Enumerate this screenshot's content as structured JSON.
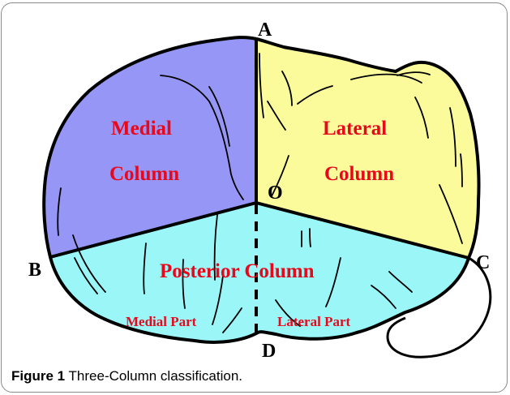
{
  "diagram": {
    "points": {
      "a": "A",
      "b": "B",
      "c": "C",
      "d": "D",
      "o": "O"
    },
    "regions": {
      "medial_line1": "Medial",
      "medial_line2": "Column",
      "lateral_line1": "Lateral",
      "lateral_line2": "Column",
      "posterior": "Posterior Column",
      "medial_part": "Medial Part",
      "lateral_part": "Lateral Part"
    },
    "colors": {
      "medial_column": "#9696f6",
      "lateral_column": "#fbfb9c",
      "posterior_column": "#9bf6f8",
      "region_label": "#e8081c",
      "outline": "#000000"
    }
  },
  "caption": {
    "label": "Figure 1",
    "text": " Three-Column classification."
  }
}
